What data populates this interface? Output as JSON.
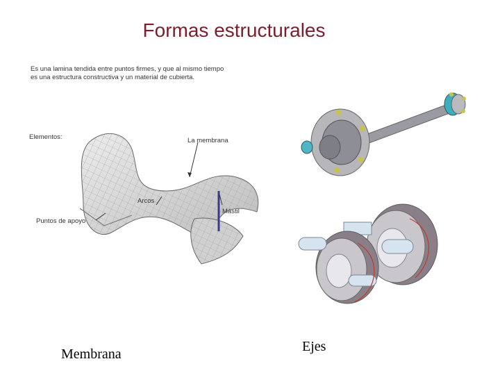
{
  "slide": {
    "title": "Formas estructurales"
  },
  "membrane_figure": {
    "description_lines": [
      "Es una lamina tendida entre puntos firmes, y que al mismo tiempo",
      "es una estructura constructiva y un material de cubierta."
    ],
    "elements_label": "Elementos:",
    "callouts": {
      "membrane": "La membrana",
      "arches": "Arcos",
      "mast": "Mástil",
      "supports": "Puntos de apoyo"
    },
    "caption": "Membrana"
  },
  "axes_figure": {
    "caption": "Ejes"
  }
}
